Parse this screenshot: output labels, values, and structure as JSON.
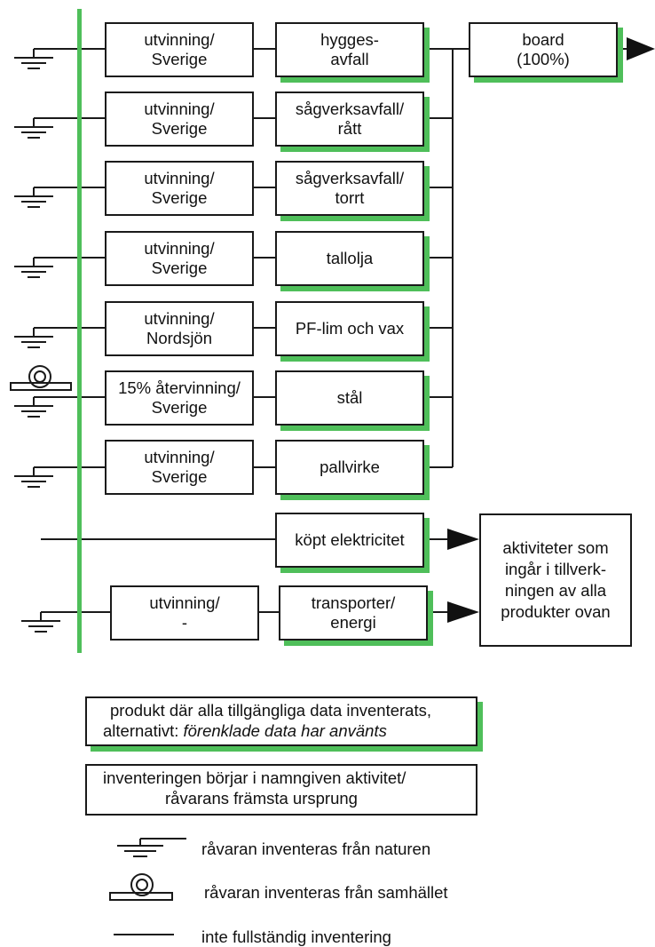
{
  "flowchart": {
    "rows": [
      {
        "source_line1": "utvinning/",
        "source_line2": "Sverige",
        "product_line1": "hygges-",
        "product_line2": "avfall",
        "origin": "nature"
      },
      {
        "source_line1": "utvinning/",
        "source_line2": "Sverige",
        "product_line1": "sågverksavfall/",
        "product_line2": "rått",
        "origin": "nature"
      },
      {
        "source_line1": "utvinning/",
        "source_line2": "Sverige",
        "product_line1": "sågverksavfall/",
        "product_line2": "torrt",
        "origin": "nature"
      },
      {
        "source_line1": "utvinning/",
        "source_line2": "Sverige",
        "product_line1": "tallolja",
        "product_line2": "",
        "origin": "nature"
      },
      {
        "source_line1": "utvinning/",
        "source_line2": "Nordsjön",
        "product_line1": "PF-lim och vax",
        "product_line2": "",
        "origin": "nature"
      },
      {
        "source_line1": "15% återvinning/",
        "source_line2": "Sverige",
        "product_line1": "stål",
        "product_line2": "",
        "origin": "society"
      },
      {
        "source_line1": "utvinning/",
        "source_line2": "Sverige",
        "product_line1": "pallvirke",
        "product_line2": "",
        "origin": "nature"
      }
    ],
    "output_line1": "board",
    "output_line2": "(100%)",
    "electricity": "köpt elektricitet",
    "transport_source_line1": "utvinning/",
    "transport_source_line2": "-",
    "transport_line1": "transporter/",
    "transport_line2": "energi",
    "activities_line1": "aktiviteter som",
    "activities_line2": "ingår i tillverk-",
    "activities_line3": "ningen av alla",
    "activities_line4": "produkter ovan"
  },
  "legend": {
    "green_box_line1": "produkt där alla tillgängliga data inventerats,",
    "green_box_line2_prefix": "alternativt:",
    "green_box_line2_italic": "förenklade data har använts",
    "plain_box_line1": "inventeringen börjar i namngiven aktivitet/",
    "plain_box_line2": "råvarans främsta ursprung",
    "nature_symbol_label": "råvaran inventeras från naturen",
    "society_symbol_label": "råvaran inventeras från samhället",
    "line_label": "inte fullständig inventering"
  },
  "colors": {
    "accent_green": "#4fbf5a",
    "line": "#1a1a1a"
  }
}
